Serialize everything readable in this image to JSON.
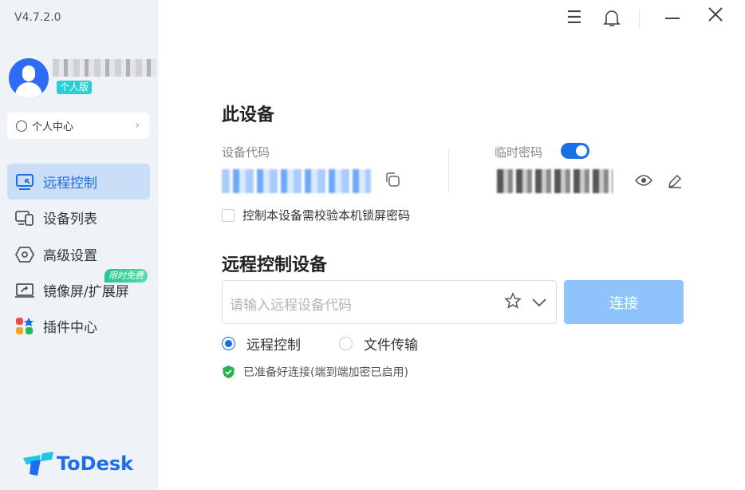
{
  "app": {
    "version": "V4.7.2.0",
    "plan_badge": "个人版",
    "personal_center": "个人中心",
    "logo": "ToDesk"
  },
  "sidebar": {
    "items": [
      {
        "label": "远程控制",
        "icon": "remote-control-icon",
        "active": true
      },
      {
        "label": "设备列表",
        "icon": "device-list-icon"
      },
      {
        "label": "高级设置",
        "icon": "settings-icon"
      },
      {
        "label": "镜像屏/扩展屏",
        "icon": "mirror-screen-icon",
        "badge": "限时免费"
      },
      {
        "label": "插件中心",
        "icon": "plugins-icon"
      }
    ]
  },
  "device": {
    "title": "此设备",
    "code_label": "设备代码",
    "temp_password_label": "临时密码",
    "temp_password_enabled": true,
    "lock_check_label": "控制本设备需校验本机锁屏密码",
    "lock_check_checked": false
  },
  "remote": {
    "title": "远程控制设备",
    "placeholder": "请输入远程设备代码",
    "connect": "连接",
    "modes": [
      {
        "label": "远程控制",
        "selected": true
      },
      {
        "label": "文件传输",
        "selected": false
      }
    ],
    "status": "已准备好连接(端到端加密已启用)"
  },
  "colors": {
    "accent": "#1a6ee8",
    "sidebar": "#eff2f7",
    "connect_button": "#8fc3fb"
  }
}
